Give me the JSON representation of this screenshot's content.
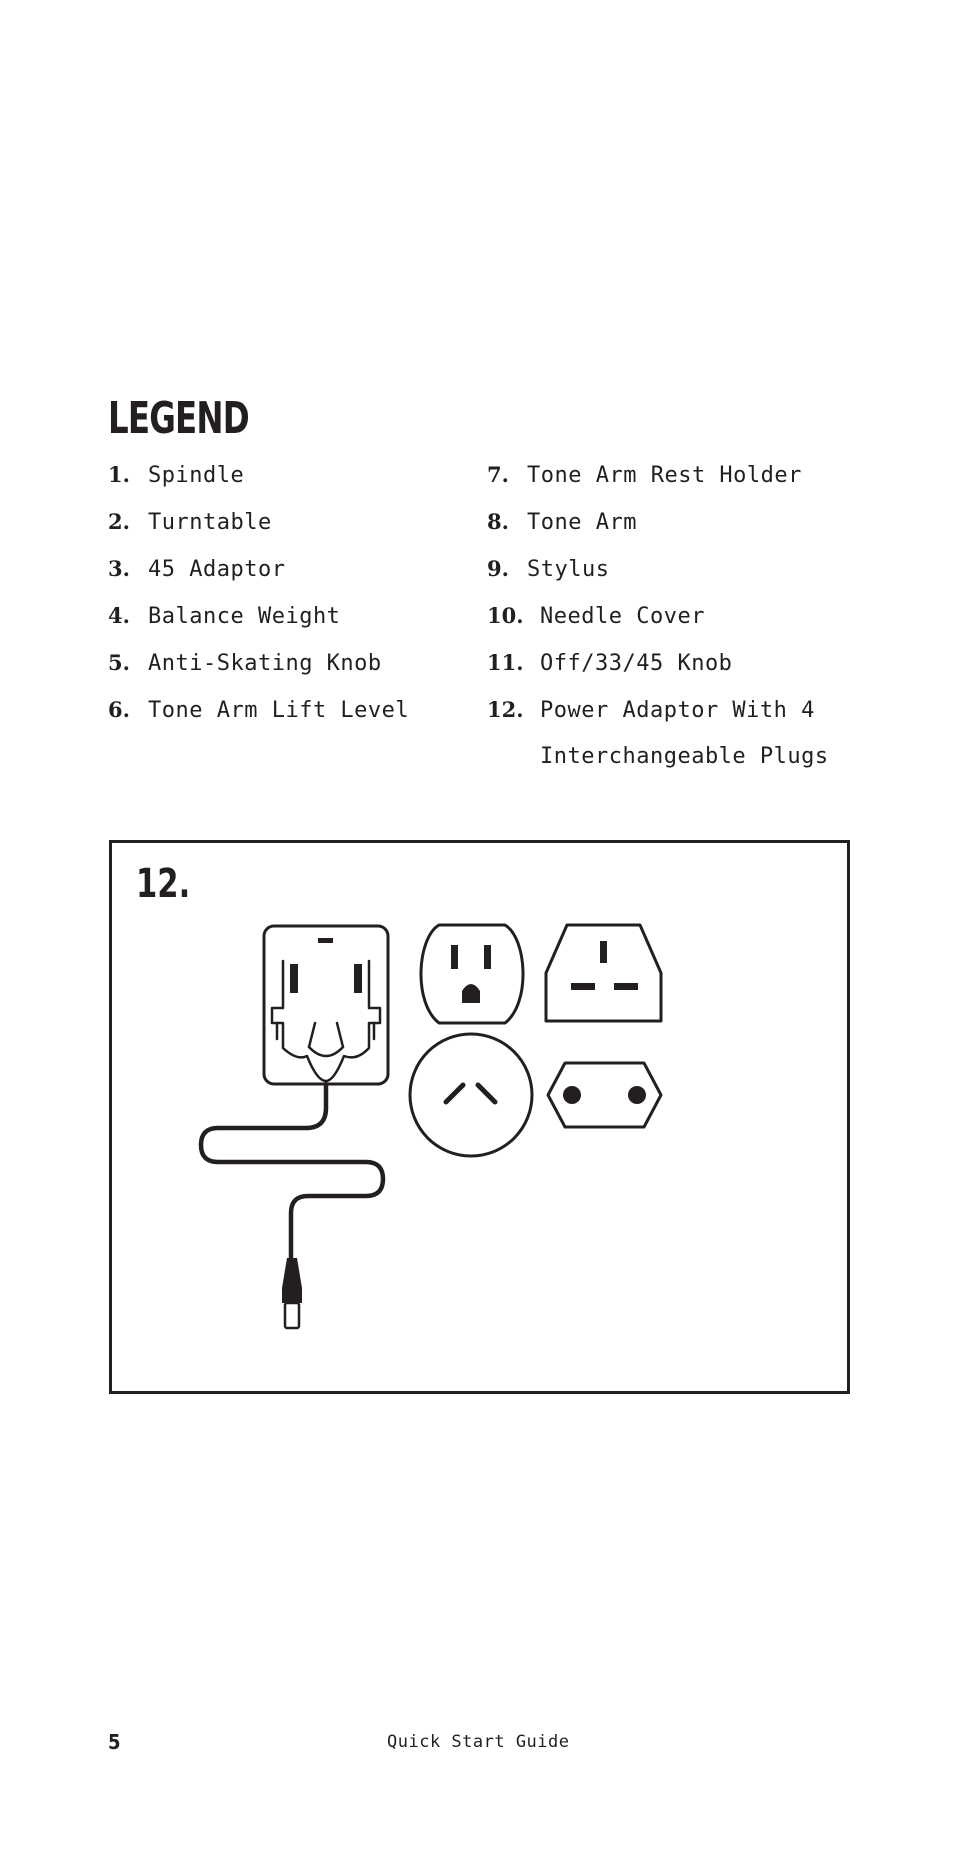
{
  "legend": {
    "title": "LEGEND",
    "left_items": [
      {
        "num": "1.",
        "label": "Spindle"
      },
      {
        "num": "2.",
        "label": "Turntable"
      },
      {
        "num": "3.",
        "label": "45 Adaptor"
      },
      {
        "num": "4.",
        "label": "Balance Weight"
      },
      {
        "num": "5.",
        "label": "Anti-Skating Knob"
      },
      {
        "num": "6.",
        "label": "Tone Arm Lift Level"
      }
    ],
    "right_items": [
      {
        "num": "7.",
        "label": "Tone Arm Rest Holder"
      },
      {
        "num": "8.",
        "label": "Tone Arm"
      },
      {
        "num": "9.",
        "label": "Stylus"
      },
      {
        "num": "10.",
        "label": "Needle Cover"
      },
      {
        "num": "11.",
        "label": "Off/33/45 Knob"
      },
      {
        "num": "12.",
        "label": "Power Adaptor With 4"
      }
    ],
    "continuation": "Interchangeable Plugs"
  },
  "diagram": {
    "label": "12.",
    "illustration": "power-adaptor-with-four-plugs",
    "stroke_color": "#231f20"
  },
  "footer": {
    "page_number": "5",
    "title": "Quick Start Guide"
  }
}
